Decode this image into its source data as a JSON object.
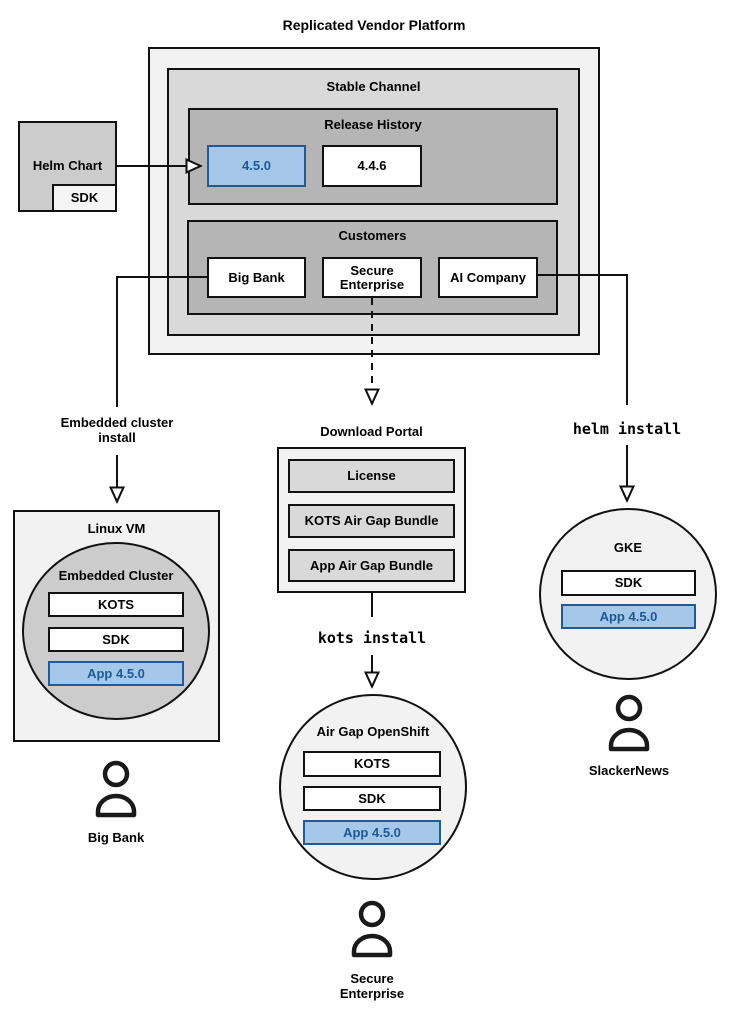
{
  "title": "Replicated Vendor Platform",
  "platform": {
    "stable_channel": {
      "label": "Stable Channel"
    },
    "release_history": {
      "label": "Release History",
      "current_release": "4.5.0",
      "previous_release": "4.4.6"
    },
    "customers": {
      "label": "Customers",
      "big_bank": "Big Bank",
      "secure_enterprise": "Secure Enterprise",
      "ai_company": "AI Company"
    }
  },
  "helm_chart": {
    "label": "Helm Chart",
    "sdk": "SDK"
  },
  "edges": {
    "embedded_cluster_install": "Embedded cluster\ninstall",
    "helm_install": "helm install",
    "kots_install": "kots install"
  },
  "download_portal": {
    "label": "Download Portal",
    "items": [
      "License",
      "KOTS Air Gap Bundle",
      "App Air Gap Bundle"
    ]
  },
  "linux_vm": {
    "label": "Linux VM",
    "embedded_cluster": {
      "label": "Embedded Cluster",
      "components": [
        "KOTS",
        "SDK",
        "App 4.5.0"
      ]
    }
  },
  "air_gap_openshift": {
    "label": "Air Gap OpenShift",
    "components": [
      "KOTS",
      "SDK",
      "App 4.5.0"
    ]
  },
  "gke": {
    "label": "GKE",
    "components": [
      "SDK",
      "App 4.5.0"
    ]
  },
  "users": {
    "big_bank": "Big Bank",
    "secure_enterprise": "Secure\nEnterprise",
    "slackernews": "SlackerNews"
  },
  "colors": {
    "highlight_fill": "#a6c8e8",
    "highlight_stroke": "#1f5b99",
    "highlight_text": "#1b5a9a"
  }
}
